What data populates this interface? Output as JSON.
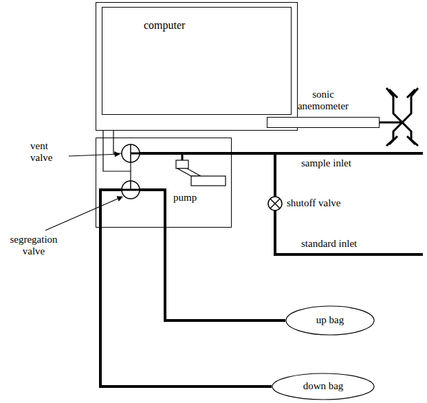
{
  "diagram": {
    "nodes": [
      {
        "text": [
          "computer"
        ]
      },
      {
        "text": [
          "sonic anemometer"
        ]
      },
      {
        "text": [
          "pump"
        ]
      },
      {
        "text": [
          "up bag"
        ]
      },
      {
        "text": [
          "down bag"
        ]
      }
    ],
    "edges": [
      {
        "from": 0,
        "to": 1,
        "arrow": "none"
      },
      {
        "from": 0,
        "to": 2,
        "arrow": "none"
      },
      {
        "from": 2,
        "to": 3,
        "arrow": "none"
      },
      {
        "from": 2,
        "to": 4,
        "arrow": "none"
      }
    ],
    "labels": [
      "vent valve",
      "segregation valve",
      "sample inlet",
      "shutoff valve",
      "standard inlet"
    ]
  }
}
